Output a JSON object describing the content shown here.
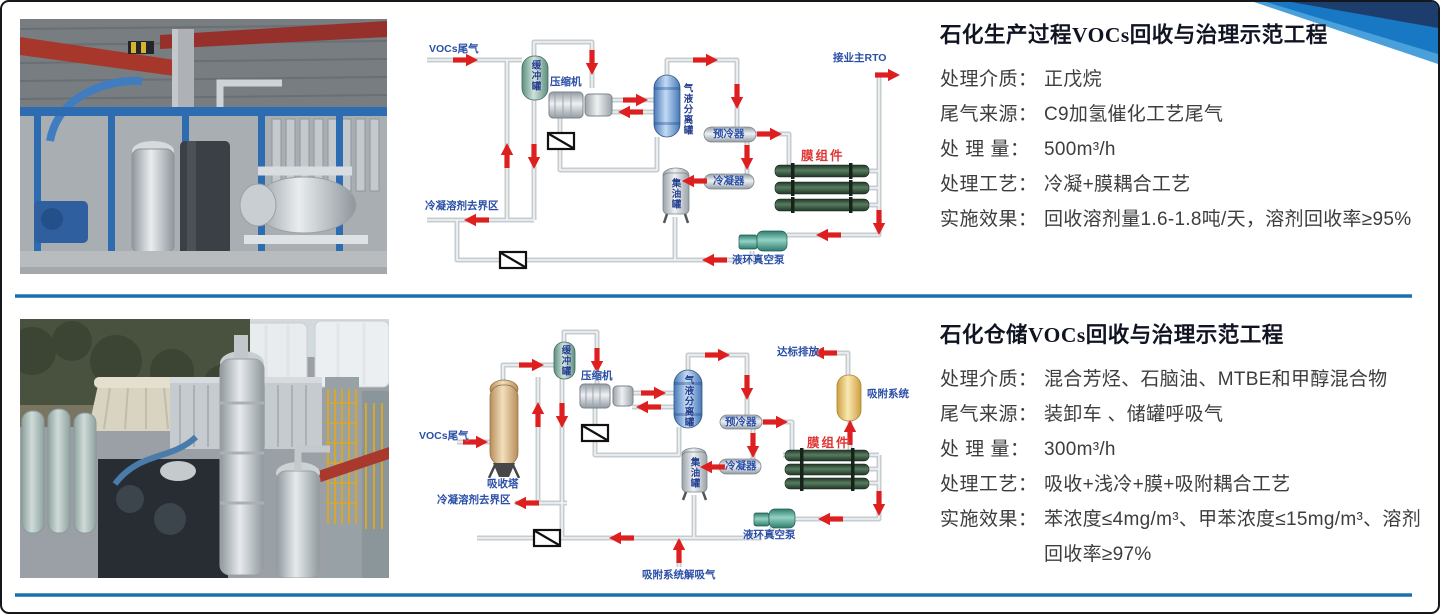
{
  "slide": {
    "colors": {
      "accent_line": "#1b6fae",
      "ribbon_navy": "#1d3e6d",
      "ribbon_blue": "#1878c4",
      "ribbon_light": "#4aa0da",
      "diagram_label_blue": "#2b4fa6",
      "membrane_label_red": "#e03434",
      "arrow_red": "#dd1f1f"
    }
  },
  "projects": [
    {
      "title": "石化生产过程VOCs回收与治理示范工程",
      "photo": "indoor-skid-mounted-vocs-recovery-unit",
      "fields": [
        {
          "label": "处理介质：",
          "value": "正戊烷"
        },
        {
          "label": "尾气来源：",
          "value": "C9加氢催化工艺尾气"
        },
        {
          "label": "处 理 量：",
          "value": "500m³/h"
        },
        {
          "label": "处理工艺：",
          "value": "冷凝+膜耦合工艺"
        },
        {
          "label": "实施效果：",
          "value": "回收溶剂量1.6-1.8吨/天，溶剂回收率≥95%"
        }
      ],
      "diagram": {
        "inlet": "VOCs尾气",
        "buffer_tank": "缓冲罐",
        "compressor": "压缩机",
        "separator": "气液分离罐",
        "precooler": "预冷器",
        "condenser": "冷凝器",
        "oil_tank": "集油罐",
        "membrane": "膜组件",
        "outlet": "接业主RTO",
        "vacuum_pump": "液环真空泵",
        "solvent_out": "冷凝溶剂去界区"
      }
    },
    {
      "title": "石化仓储VOCs回收与治理示范工程",
      "photo": "outdoor-tank-farm-vocs-recovery-unit",
      "fields": [
        {
          "label": "处理介质：",
          "value": "混合芳烃、石脑油、MTBE和甲醇混合物"
        },
        {
          "label": "尾气来源：",
          "value": "装卸车 、储罐呼吸气"
        },
        {
          "label": "处 理 量：",
          "value": "300m³/h"
        },
        {
          "label": "处理工艺：",
          "value": "吸收+浅冷+膜+吸附耦合工艺"
        },
        {
          "label": "实施效果：",
          "value": "苯浓度≤4mg/m³、甲苯浓度≤15mg/m³、溶剂回收率≥97%"
        }
      ],
      "diagram": {
        "inlet": "VOCs尾气",
        "absorber": "吸收塔",
        "buffer_tank": "缓冲罐",
        "compressor": "压缩机",
        "separator": "气液分离罐",
        "precooler": "预冷器",
        "condenser": "冷凝器",
        "oil_tank": "集油罐",
        "membrane": "膜组件",
        "adsorption": "吸附系统",
        "outlet": "达标排放",
        "vacuum_pump": "液环真空泵",
        "solvent_out": "冷凝溶剂去界区",
        "desorption": "吸附系统解吸气"
      }
    }
  ]
}
